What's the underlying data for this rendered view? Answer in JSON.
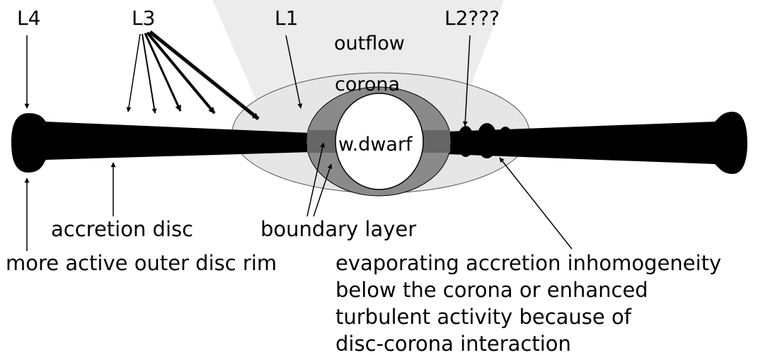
{
  "labels": {
    "L4": "L4",
    "L3": "L3",
    "L1": "L1",
    "L2": "L2???",
    "outflow": "outflow",
    "corona": "corona",
    "white_dwarf": "w.dwarf",
    "accretion_disc": "accretion disc",
    "boundary_layer": "boundary layer",
    "outer_rim": "more active outer disc rim",
    "evaporating": [
      "evaporating accretion inhomogeneity",
      "below the corona or enhanced",
      "turbulent activity because of",
      "disc-corona interaction"
    ]
  },
  "colors": {
    "outflow_fill": "#ececec",
    "corona_fill": "#e6e6e6",
    "boundary_fill": "#8a8a8a",
    "disc_fill": "#000000",
    "dwarf_fill": "#ffffff"
  }
}
